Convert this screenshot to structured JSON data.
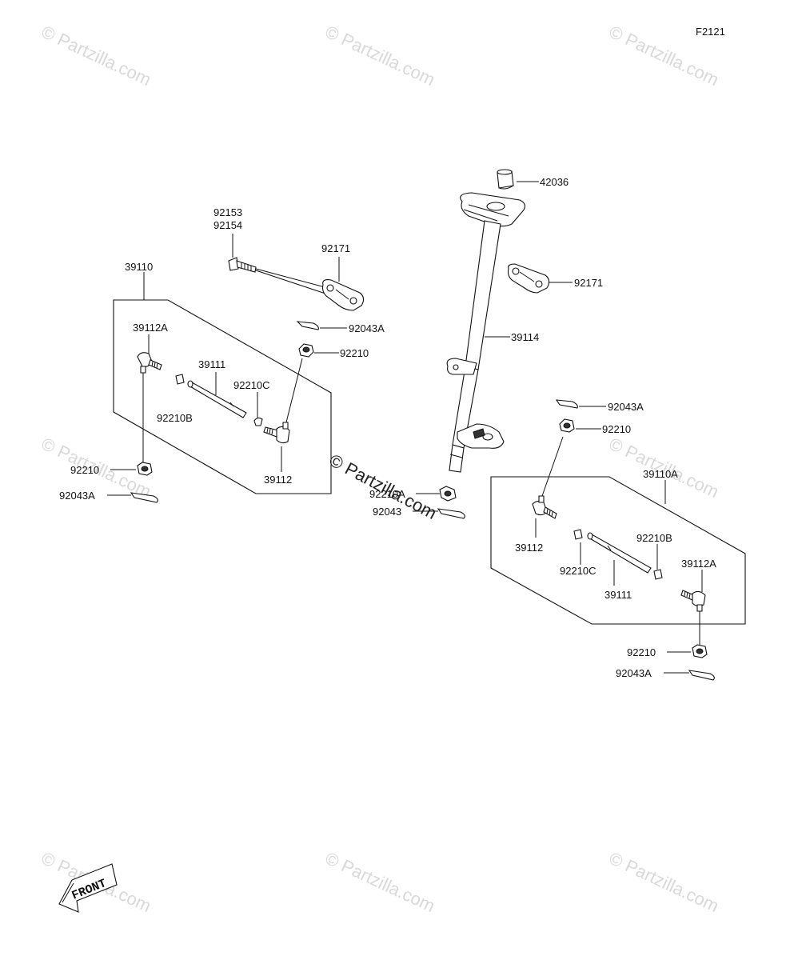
{
  "figure_code": "F2121",
  "watermark_text": "© Partzilla.com",
  "center_watermark_text": "© Partzilla.com",
  "front_label": "FRONT",
  "labels": {
    "l_42036": "42036",
    "l_92171_right": "92171",
    "l_39114": "39114",
    "l_92153": "92153",
    "l_92154": "92154",
    "l_92171_left": "92171",
    "l_39110": "39110",
    "l_39112A_left": "39112A",
    "l_92043A_top": "92043A",
    "l_92210_top": "92210",
    "l_39111_left": "39111",
    "l_92210C_left": "92210C",
    "l_92210B_left": "92210B",
    "l_39112_left": "39112",
    "l_92210_left_low": "92210",
    "l_92043A_left_low": "92043A",
    "l_92210A": "92210A",
    "l_92043": "92043",
    "l_92043A_right_top": "92043A",
    "l_92210_right_top": "92210",
    "l_39110A": "39110A",
    "l_39112_right": "39112",
    "l_92210B_right": "92210B",
    "l_92210C_right": "92210C",
    "l_39112A_right": "39112A",
    "l_39111_right": "39111",
    "l_92210_right_low": "92210",
    "l_92043A_right_low": "92043A"
  }
}
